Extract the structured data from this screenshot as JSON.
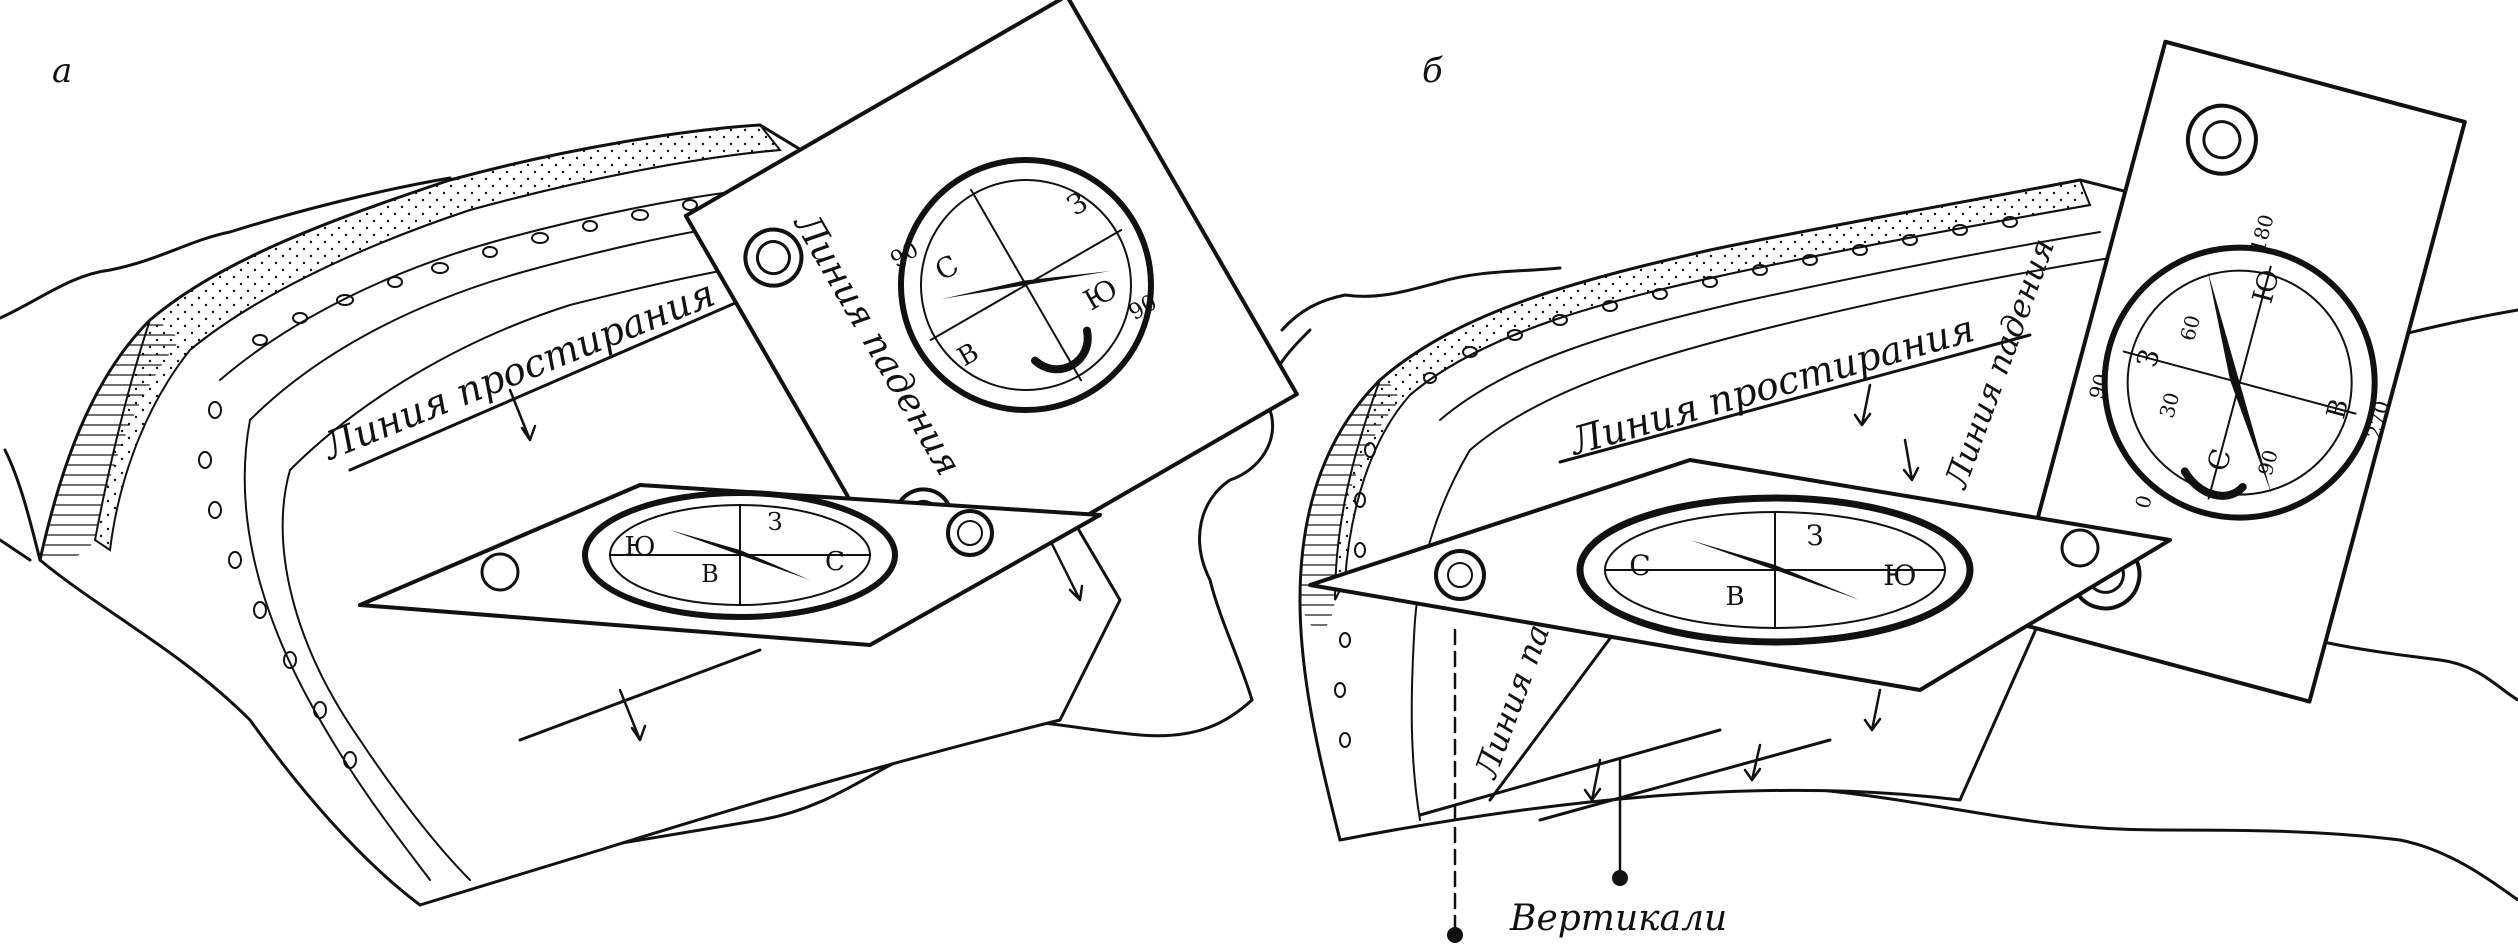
{
  "panels": [
    {
      "letter": "а",
      "strike_label": "Линия простирания",
      "dip_label": "Линия падения",
      "compass_upright": {
        "north": "С",
        "south": "Ю",
        "east": "В",
        "west": "З",
        "scale_90": "90",
        "scale_90b": "90"
      },
      "compass_flat": {
        "north": "С",
        "south": "Ю",
        "east": "В",
        "west": "З"
      }
    },
    {
      "letter": "б",
      "strike_label": "Линия простирания",
      "dip_label_upper": "Линия падения",
      "dip_label_lower": "Линия падения",
      "verticals_label": "Вертикали",
      "compass_upright": {
        "north": "С",
        "south": "Ю",
        "east": "В",
        "west": "З",
        "scale_0": "0",
        "scale_30": "30",
        "scale_60": "60",
        "scale_90": "90",
        "scale_90b": "90",
        "scale_180": "180",
        "scale_270": "270"
      },
      "compass_flat": {
        "north": "С",
        "south": "Ю",
        "east": "В",
        "west": "З"
      }
    }
  ]
}
